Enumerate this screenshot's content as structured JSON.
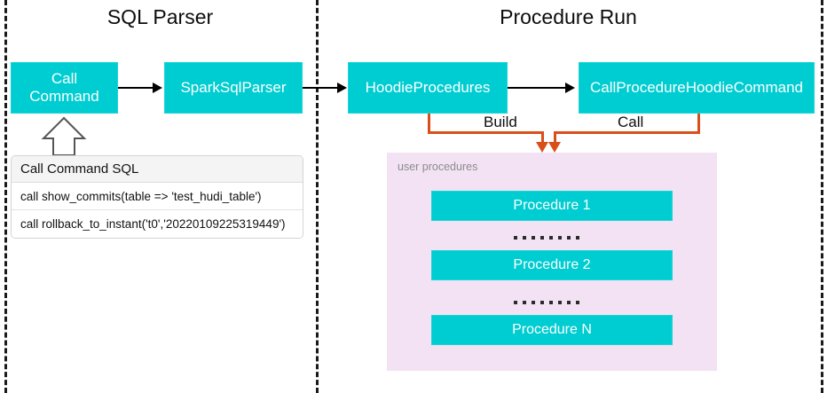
{
  "diagram": {
    "sections": [
      {
        "title": "SQL Parser"
      },
      {
        "title": "Procedure Run"
      }
    ],
    "parser_nodes": [
      {
        "label_line1": "Call",
        "label_line2": "Command"
      },
      {
        "label": "SparkSqlParser"
      }
    ],
    "run_nodes": [
      {
        "label": "HoodieProcedures"
      },
      {
        "label": "CallProcedureHoodieCommand"
      }
    ],
    "connector_labels": [
      {
        "label": "Build"
      },
      {
        "label": "Call"
      }
    ],
    "sql_table": {
      "header": "Call Command SQL",
      "rows": [
        "call show_commits(table => 'test_hudi_table')",
        "call rollback_to_instant('t0','20220109225319449')"
      ]
    },
    "user_procedures_panel": {
      "caption": "user procedures",
      "items": [
        {
          "label": "Procedure 1"
        },
        {
          "label": "Procedure 2"
        },
        {
          "label": "Procedure N"
        }
      ],
      "ellipsis_dots": 8
    },
    "colors": {
      "node_fill": "#00CDD1",
      "node_text": "#FFFFFF",
      "panel_fill": "#F2E2F4",
      "connector_orange": "#D94F1A",
      "arrow_black": "#000000",
      "divider": "#1A1A1A",
      "caption_gray": "#8C8C8C",
      "table_header_fill": "#F4F4F4"
    }
  }
}
